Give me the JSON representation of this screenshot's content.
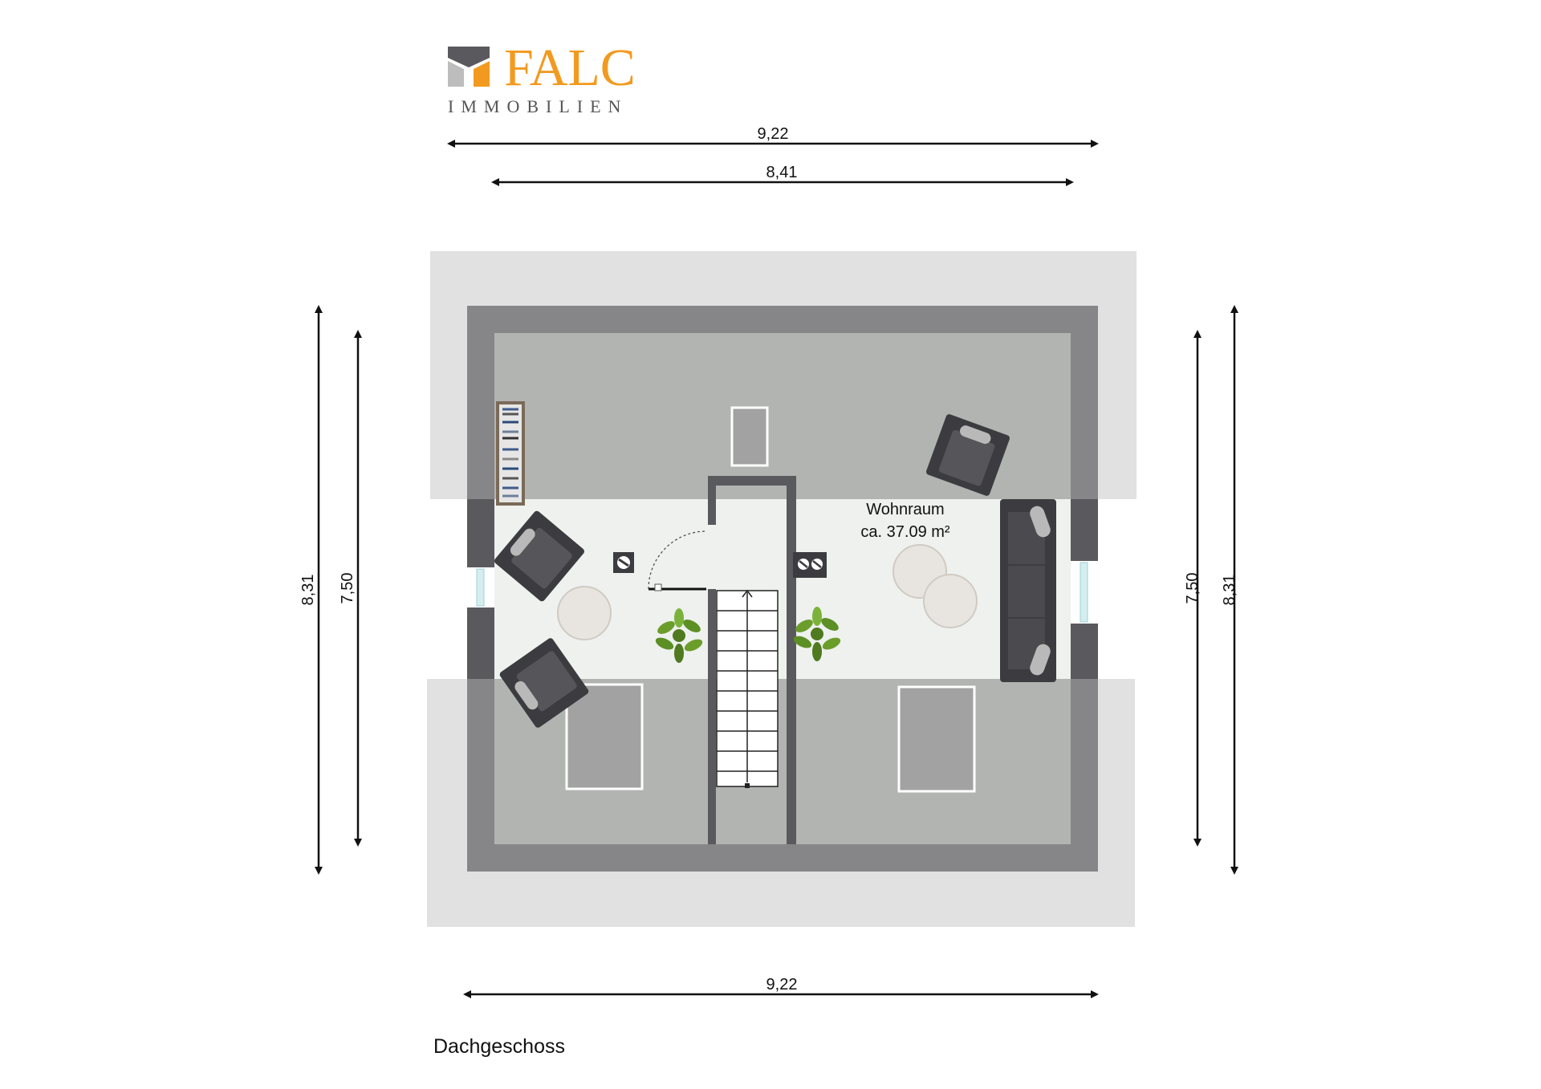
{
  "logo": {
    "name": "FALC",
    "subtitle": "IMMOBILIEN",
    "color_brand": "#f29a1f",
    "color_sub": "#555555",
    "icon": "house-roof-icon"
  },
  "dimensions": {
    "top_outer": "9,22",
    "top_inner": "8,41",
    "bottom": "9,22",
    "left_outer": "8,31",
    "left_inner": "7,50",
    "right_inner": "7,50",
    "right_outer": "8,31"
  },
  "room": {
    "name": "Wohnraum",
    "area": "ca. 37.09 m²"
  },
  "floor_label": "Dachgeschoss",
  "colors": {
    "wall": "#5a5a5e",
    "roof_slope": "#bdbdbd",
    "floor_low": "#a9aeaa",
    "floor_main": "#eef1ee",
    "furniture": "#3c3c40"
  }
}
